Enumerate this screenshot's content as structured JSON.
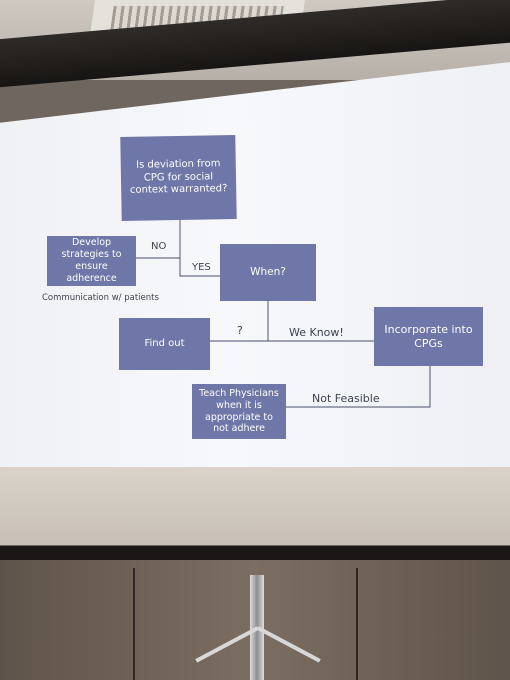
{
  "diagram": {
    "question_box": "Is deviation from CPG for social context warranted?",
    "develop_box": "Develop strategies to ensure adherence",
    "when_box": "When?",
    "find_out_box": "Find out",
    "incorporate_box": "Incorporate into CPGs",
    "teach_box": "Teach Physicians when it is appropriate to not adhere",
    "no_label": "NO",
    "yes_label": "YES",
    "question_mark_label": "?",
    "we_know_label": "We Know!",
    "not_feasible_label": "Not Feasible",
    "communication_note": "Communication w/ patients"
  }
}
